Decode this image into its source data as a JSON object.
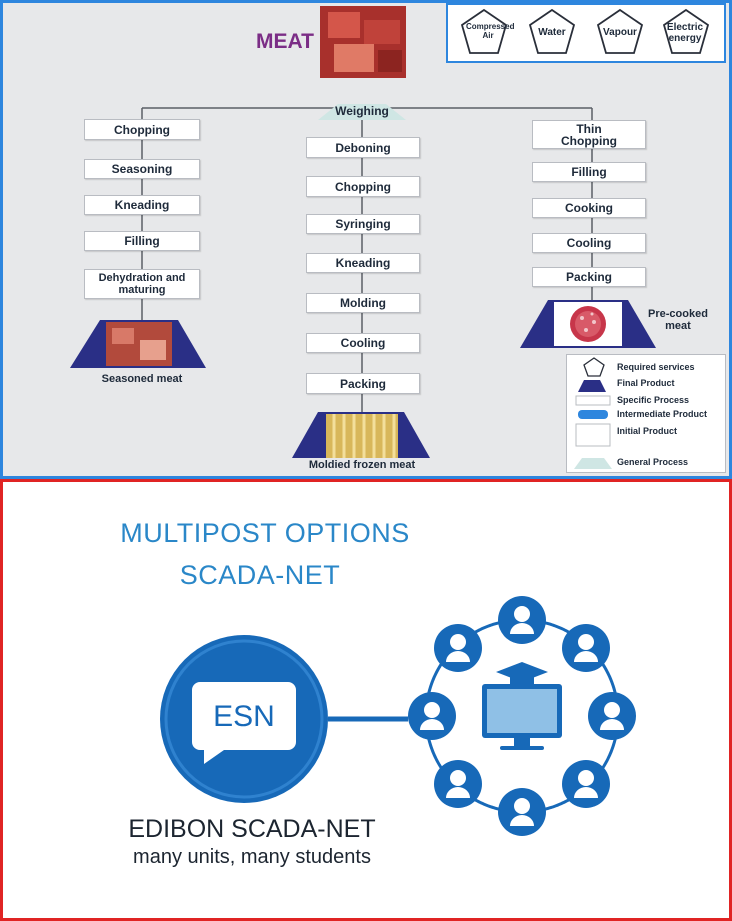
{
  "process": {
    "title": "MEAT",
    "general_step": "Weighing",
    "services": [
      "Compressed Air",
      "Water",
      "Vapour",
      "Electric energy"
    ],
    "left_column": [
      "Chopping",
      "Seasoning",
      "Kneading",
      "Filling",
      "Dehydration and maturing"
    ],
    "center_column": [
      "Deboning",
      "Chopping",
      "Syringing",
      "Kneading",
      "Molding",
      "Cooling",
      "Packing"
    ],
    "right_column": [
      "Thin Chopping",
      "Filling",
      "Cooking",
      "Cooling",
      "Packing"
    ],
    "products": {
      "left": "Seasoned meat",
      "center": "Moldied frozen meat",
      "right": "Pre-cooked meat"
    },
    "legend": [
      "Required services",
      "Final Product",
      "Specific Process",
      "Intermediate Product",
      "Initial Product",
      "General Process"
    ]
  },
  "scada": {
    "heading_line1": "MULTIPOST OPTIONS",
    "heading_line2": "SCADA-NET",
    "logo_text": "ESN",
    "brand": "EDIBON SCADA-NET",
    "tagline": "many units, many students",
    "colors": {
      "accent": "#1769b8",
      "heading": "#2a87c8"
    }
  }
}
